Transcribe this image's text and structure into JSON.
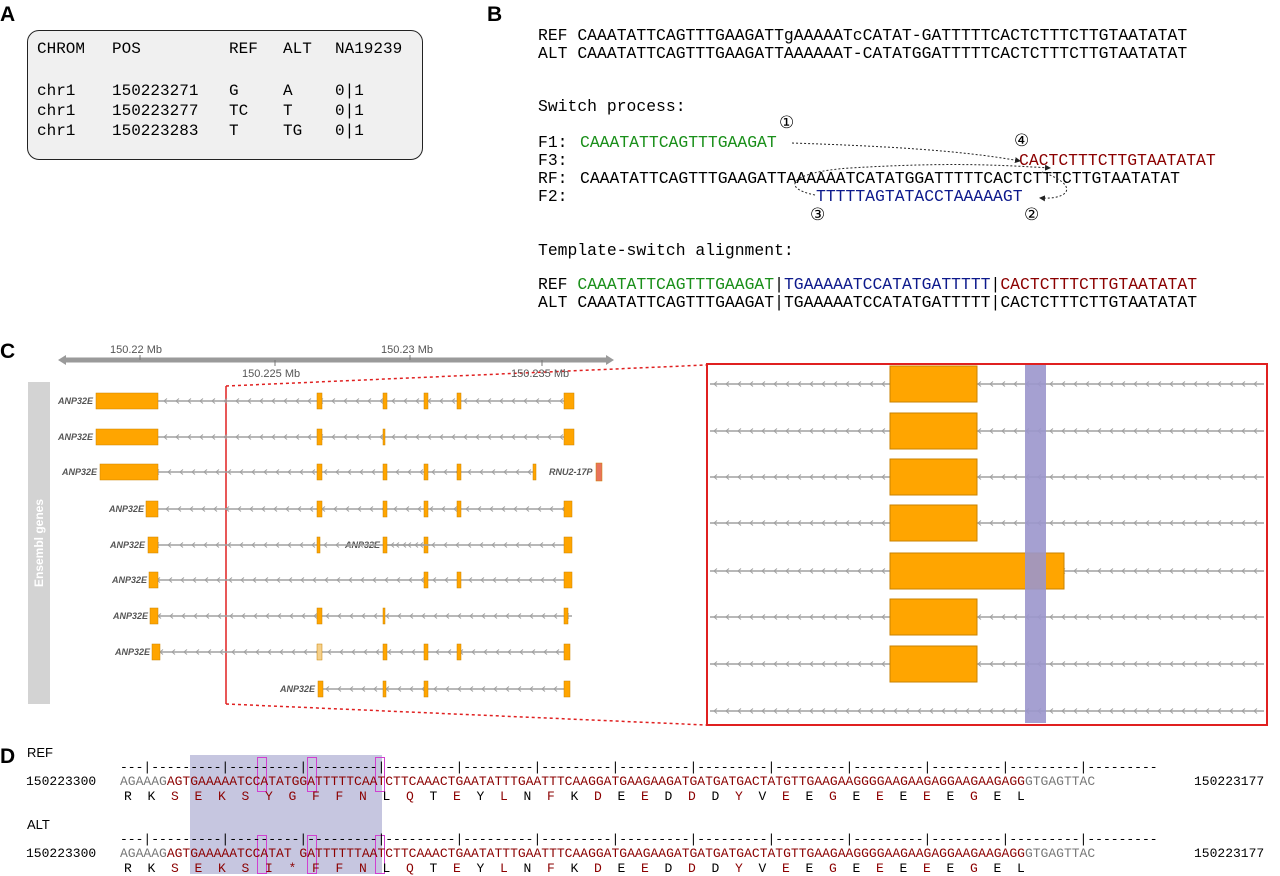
{
  "panels": {
    "A": "A",
    "B": "B",
    "C": "C",
    "D": "D"
  },
  "vcf": {
    "headers": [
      "CHROM",
      "POS",
      "REF",
      "ALT",
      "NA19239"
    ],
    "rows": [
      [
        "chr1",
        "150223271",
        "G",
        "A",
        "0|1"
      ],
      [
        "chr1",
        "150223277",
        "TC",
        "T",
        "0|1"
      ],
      [
        "chr1",
        "150223283",
        "T",
        "TG",
        "0|1"
      ]
    ]
  },
  "alignment": {
    "ref": "REF CAAATATTCAGTTTGAAGATTgAAAAATcCATAT-GATTTTTCACTCTTTCTTGTAATATAT",
    "alt": "ALT CAAATATTCAGTTTGAAGATTAAAAAAT-CATATGGATTTTTCACTCTTTCTTGTAATATAT"
  },
  "switch": {
    "title": "Switch process:",
    "f1_label": "F1:",
    "f1_seq": "CAAATATTCAGTTTGAAGAT",
    "f3_label": "F3:",
    "f3_seq": "CACTCTTTCTTGTAATATAT",
    "rf_label": "RF:",
    "rf_seq": "CAAATATTCAGTTTGAAGATTAAAAAATCATATGGATTTTTCACTCTTTCTTGTAATATAT",
    "f2_label": "F2:",
    "f2_seq": "TTTTTAGTATACCTAAAAAGT",
    "circles": [
      "①",
      "②",
      "③",
      "④"
    ]
  },
  "template_switch": {
    "title": "Template-switch alignment:",
    "ref_label": "REF",
    "ref_seg1": "CAAATATTCAGTTTGAAGAT",
    "ref_seg2": "TGAAAAATCCATATGATTTTT",
    "ref_seg3": "CACTCTTTCTTGTAATATAT",
    "alt_label": "ALT",
    "alt_seg1": "CAAATATTCAGTTTGAAGAT",
    "alt_seg2": "TGAAAAATCCATATGATTTTT",
    "alt_seg3": "CACTCTTTCTTGTAATATAT",
    "sep": "|"
  },
  "genome_browser": {
    "axis_top": [
      "150.22 Mb",
      "150.23 Mb"
    ],
    "axis_bottom": [
      "150.225 Mb",
      "150.235 Mb"
    ],
    "track_label": "Ensembl genes",
    "genes": [
      "ANP32E",
      "ANP32E",
      "ANP32E",
      "ANP32E",
      "ANP32E",
      "ANP32E",
      "ANP32E",
      "ANP32E",
      "ANP32E"
    ],
    "extra_gene_inline": "ANP32E",
    "rnu_label": "RNU2-17P",
    "colors": {
      "exon": "#ffa500",
      "intron": "#a0a0a0",
      "highlight": "#9b96cc",
      "zoom": "#e02020",
      "rnu": "#e8735a"
    }
  },
  "panel_d": {
    "ref_label": "REF",
    "alt_label": "ALT",
    "ruler": "---|---------|---------|---------|---------|---------|---------|---------|---------|---------|---------|---------|---------|---------",
    "pos_start": "150223300",
    "pos_end": "150223177",
    "ref_seq_gray1": "AGAAAG",
    "ref_seq_red": "AGTGAAAAATCCATATGGATTTTTCAATCTTCAAACTGAATATTTGAATTTCAAGGATGAAGAAGATGATGATGACTATGTTGAAGAAGGGGAAGAAGAGGAAGAAGAGG",
    "ref_seq_gray2": "GTGAGTTAC",
    "ref_aa": [
      "R",
      "K",
      "S",
      "E",
      "K",
      "S",
      "Y",
      "G",
      "F",
      "F",
      "N",
      "L",
      "Q",
      "T",
      "E",
      "Y",
      "L",
      "N",
      "F",
      "K",
      "D",
      "E",
      "E",
      "D",
      "D",
      "D",
      "Y",
      "V",
      "E",
      "E",
      "G",
      "E",
      "E",
      "E",
      "E",
      "E",
      "G",
      "E",
      "L"
    ],
    "alt_seq_gray1": "AGAAAG",
    "alt_seq_red": "AGTGAAAAATCCATAT GATTTTTTAATCTTCAAACTGAATATTTGAATTTCAAGGATGAAGAAGATGATGATGACTATGTTGAAGAAGGGGAAGAAGAGGAAGAAGAGG",
    "alt_seq_gray2": "GTGAGTTAC",
    "alt_aa": [
      "R",
      "K",
      "S",
      "E",
      "K",
      "S",
      "I",
      "*",
      "F",
      "F",
      "N",
      "L",
      "Q",
      "T",
      "E",
      "Y",
      "L",
      "N",
      "F",
      "K",
      "D",
      "E",
      "E",
      "D",
      "D",
      "D",
      "Y",
      "V",
      "E",
      "E",
      "G",
      "E",
      "E",
      "E",
      "E",
      "E",
      "G",
      "E",
      "L"
    ]
  }
}
